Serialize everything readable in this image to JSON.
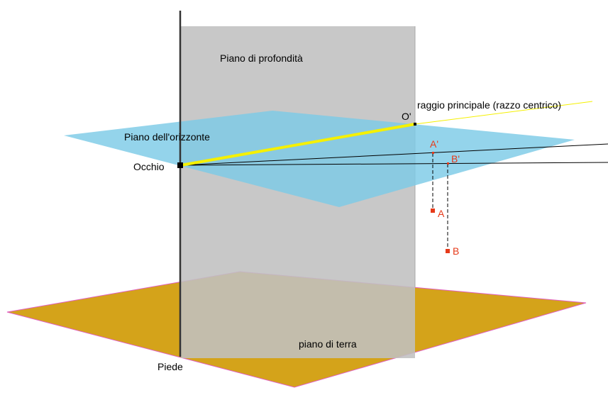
{
  "colors": {
    "ground_plane": "#d4a31a",
    "ground_edge": "#e060c0",
    "horizon_plane": "#7ccbe6",
    "depth_plane": "#c0c0c0",
    "depth_plane_edge": "#a8a8a8",
    "principal_ray": "#f5f000",
    "projection_points": "#e63a1a",
    "lines": "#000000",
    "background": "#ffffff"
  },
  "labels": {
    "depth_plane": "Piano di profondità",
    "horizon_plane": "Piano dell'orizzonte",
    "eye": "Occhio",
    "foot": "Piede",
    "ground_plane": "piano di terra",
    "principal_ray": "raggio principale (razzo centrico)",
    "principal_point": "O'",
    "point_a": "A",
    "point_a_proj": "A'",
    "point_b": "B",
    "point_b_proj": "B'"
  }
}
